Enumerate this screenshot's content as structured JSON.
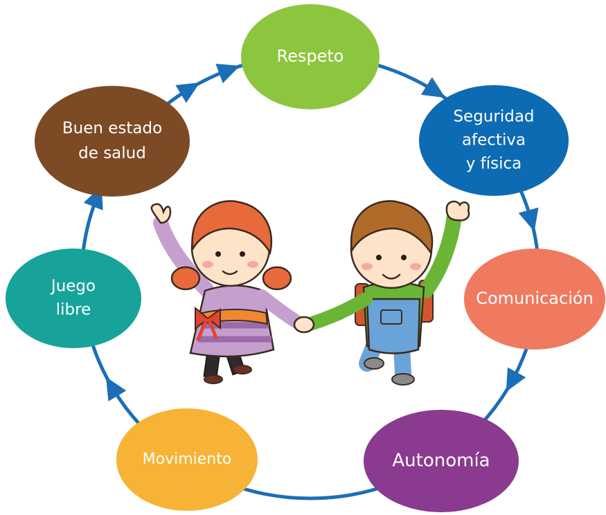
{
  "diagram": {
    "nodes": [
      {
        "id": "respeto",
        "lines": [
          "Respeto"
        ],
        "color": "#8cc63f"
      },
      {
        "id": "seguridad",
        "lines": [
          "Seguridad",
          "afectiva",
          "y física"
        ],
        "color": "#0d6bb3"
      },
      {
        "id": "comunicacion",
        "lines": [
          "Comunicación"
        ],
        "color": "#f07a5f"
      },
      {
        "id": "autonomia",
        "lines": [
          "Autonomía"
        ],
        "color": "#8a3a8f"
      },
      {
        "id": "movimiento",
        "lines": [
          "Movimiento"
        ],
        "color": "#f6b335"
      },
      {
        "id": "juego",
        "lines": [
          "Juego",
          "libre"
        ],
        "color": "#17a39a"
      },
      {
        "id": "salud",
        "lines": [
          "Buen estado",
          "de salud"
        ],
        "color": "#7d4a26"
      }
    ],
    "cycle_color": "#1a6fb7",
    "center_illustration": "two-children-holding-hands"
  }
}
